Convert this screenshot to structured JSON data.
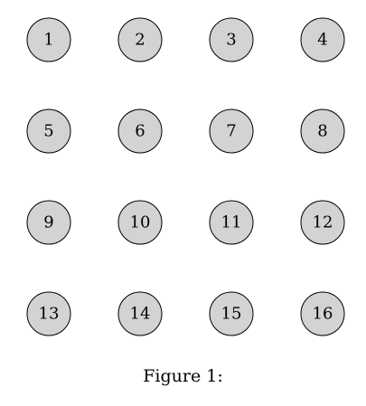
{
  "nodes": [
    {
      "label": "1"
    },
    {
      "label": "2"
    },
    {
      "label": "3"
    },
    {
      "label": "4"
    },
    {
      "label": "5"
    },
    {
      "label": "6"
    },
    {
      "label": "7"
    },
    {
      "label": "8"
    },
    {
      "label": "9"
    },
    {
      "label": "10"
    },
    {
      "label": "11"
    },
    {
      "label": "12"
    },
    {
      "label": "13"
    },
    {
      "label": "14"
    },
    {
      "label": "15"
    },
    {
      "label": "16"
    }
  ],
  "grid": {
    "rows": 4,
    "columns": 4
  },
  "node_fill_color": "#d3d3d3",
  "node_stroke_color": "#000000",
  "caption": "Figure 1:"
}
